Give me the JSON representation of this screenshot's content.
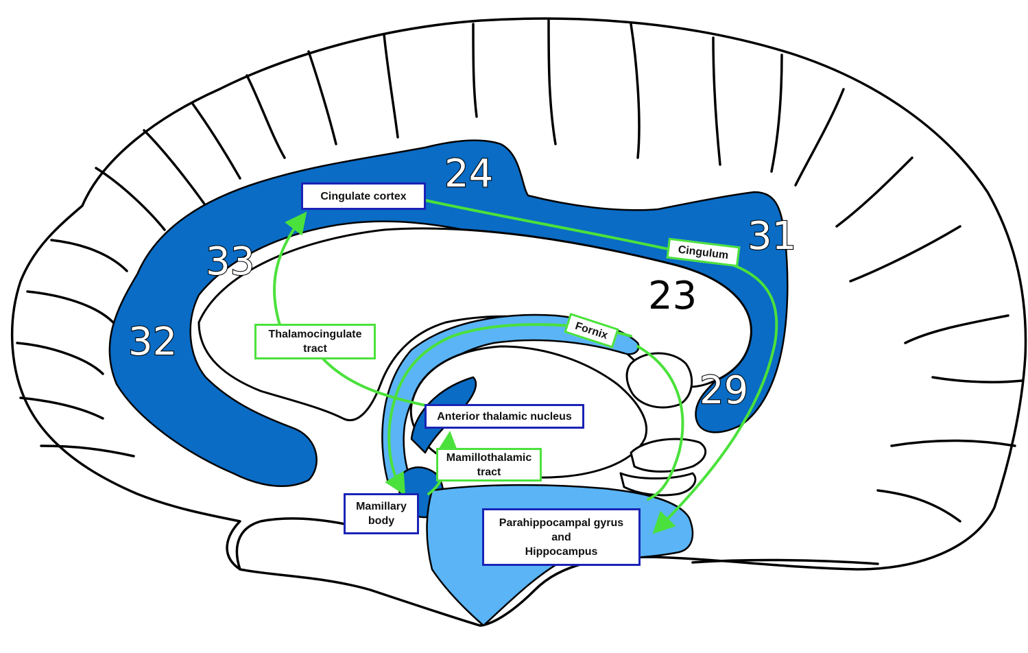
{
  "colors": {
    "cingulate_dark": "#0a6cc4",
    "hippocampal_light": "#5ab4f5",
    "tract_green": "#4be13c",
    "structure_box_border": "#1a23b5",
    "tract_box_border": "#4be13c"
  },
  "brodmann_areas": {
    "a24": "24",
    "a33": "33",
    "a32": "32",
    "a31": "31",
    "a23": "23",
    "a29": "29"
  },
  "structures": {
    "cingulate_cortex": "Cingulate cortex",
    "anterior_thalamic_nucleus": "Anterior thalamic nucleus",
    "mamillary_body": "Mamillary\nbody",
    "parahippocampal": "Parahippocampal gyrus\nand\nHippocampus"
  },
  "tracts": {
    "cingulum": "Cingulum",
    "fornix": "Fornix",
    "thalamocingulate": "Thalamocingulate\ntract",
    "mamillothalamic": "Mamillothalamic\ntract"
  }
}
